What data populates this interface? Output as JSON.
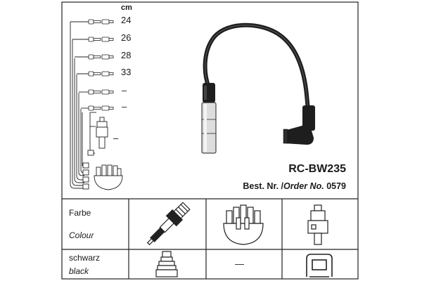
{
  "unit": "cm",
  "lengths": [
    "24",
    "26",
    "28",
    "33",
    "–",
    "–",
    "–"
  ],
  "product": {
    "part_no": "RC-BW235",
    "order_prefix": "Best. Nr. /",
    "order_label": "Order No.",
    "order_no": "0579"
  },
  "table": {
    "color_de": "Farbe",
    "color_en": "Colour",
    "value_de": "schwarz",
    "value_en": "black",
    "distributor_end": "—"
  },
  "colors": {
    "line": "#222222",
    "cable": "#1e1e1e",
    "boot_light": "#dddddd"
  }
}
